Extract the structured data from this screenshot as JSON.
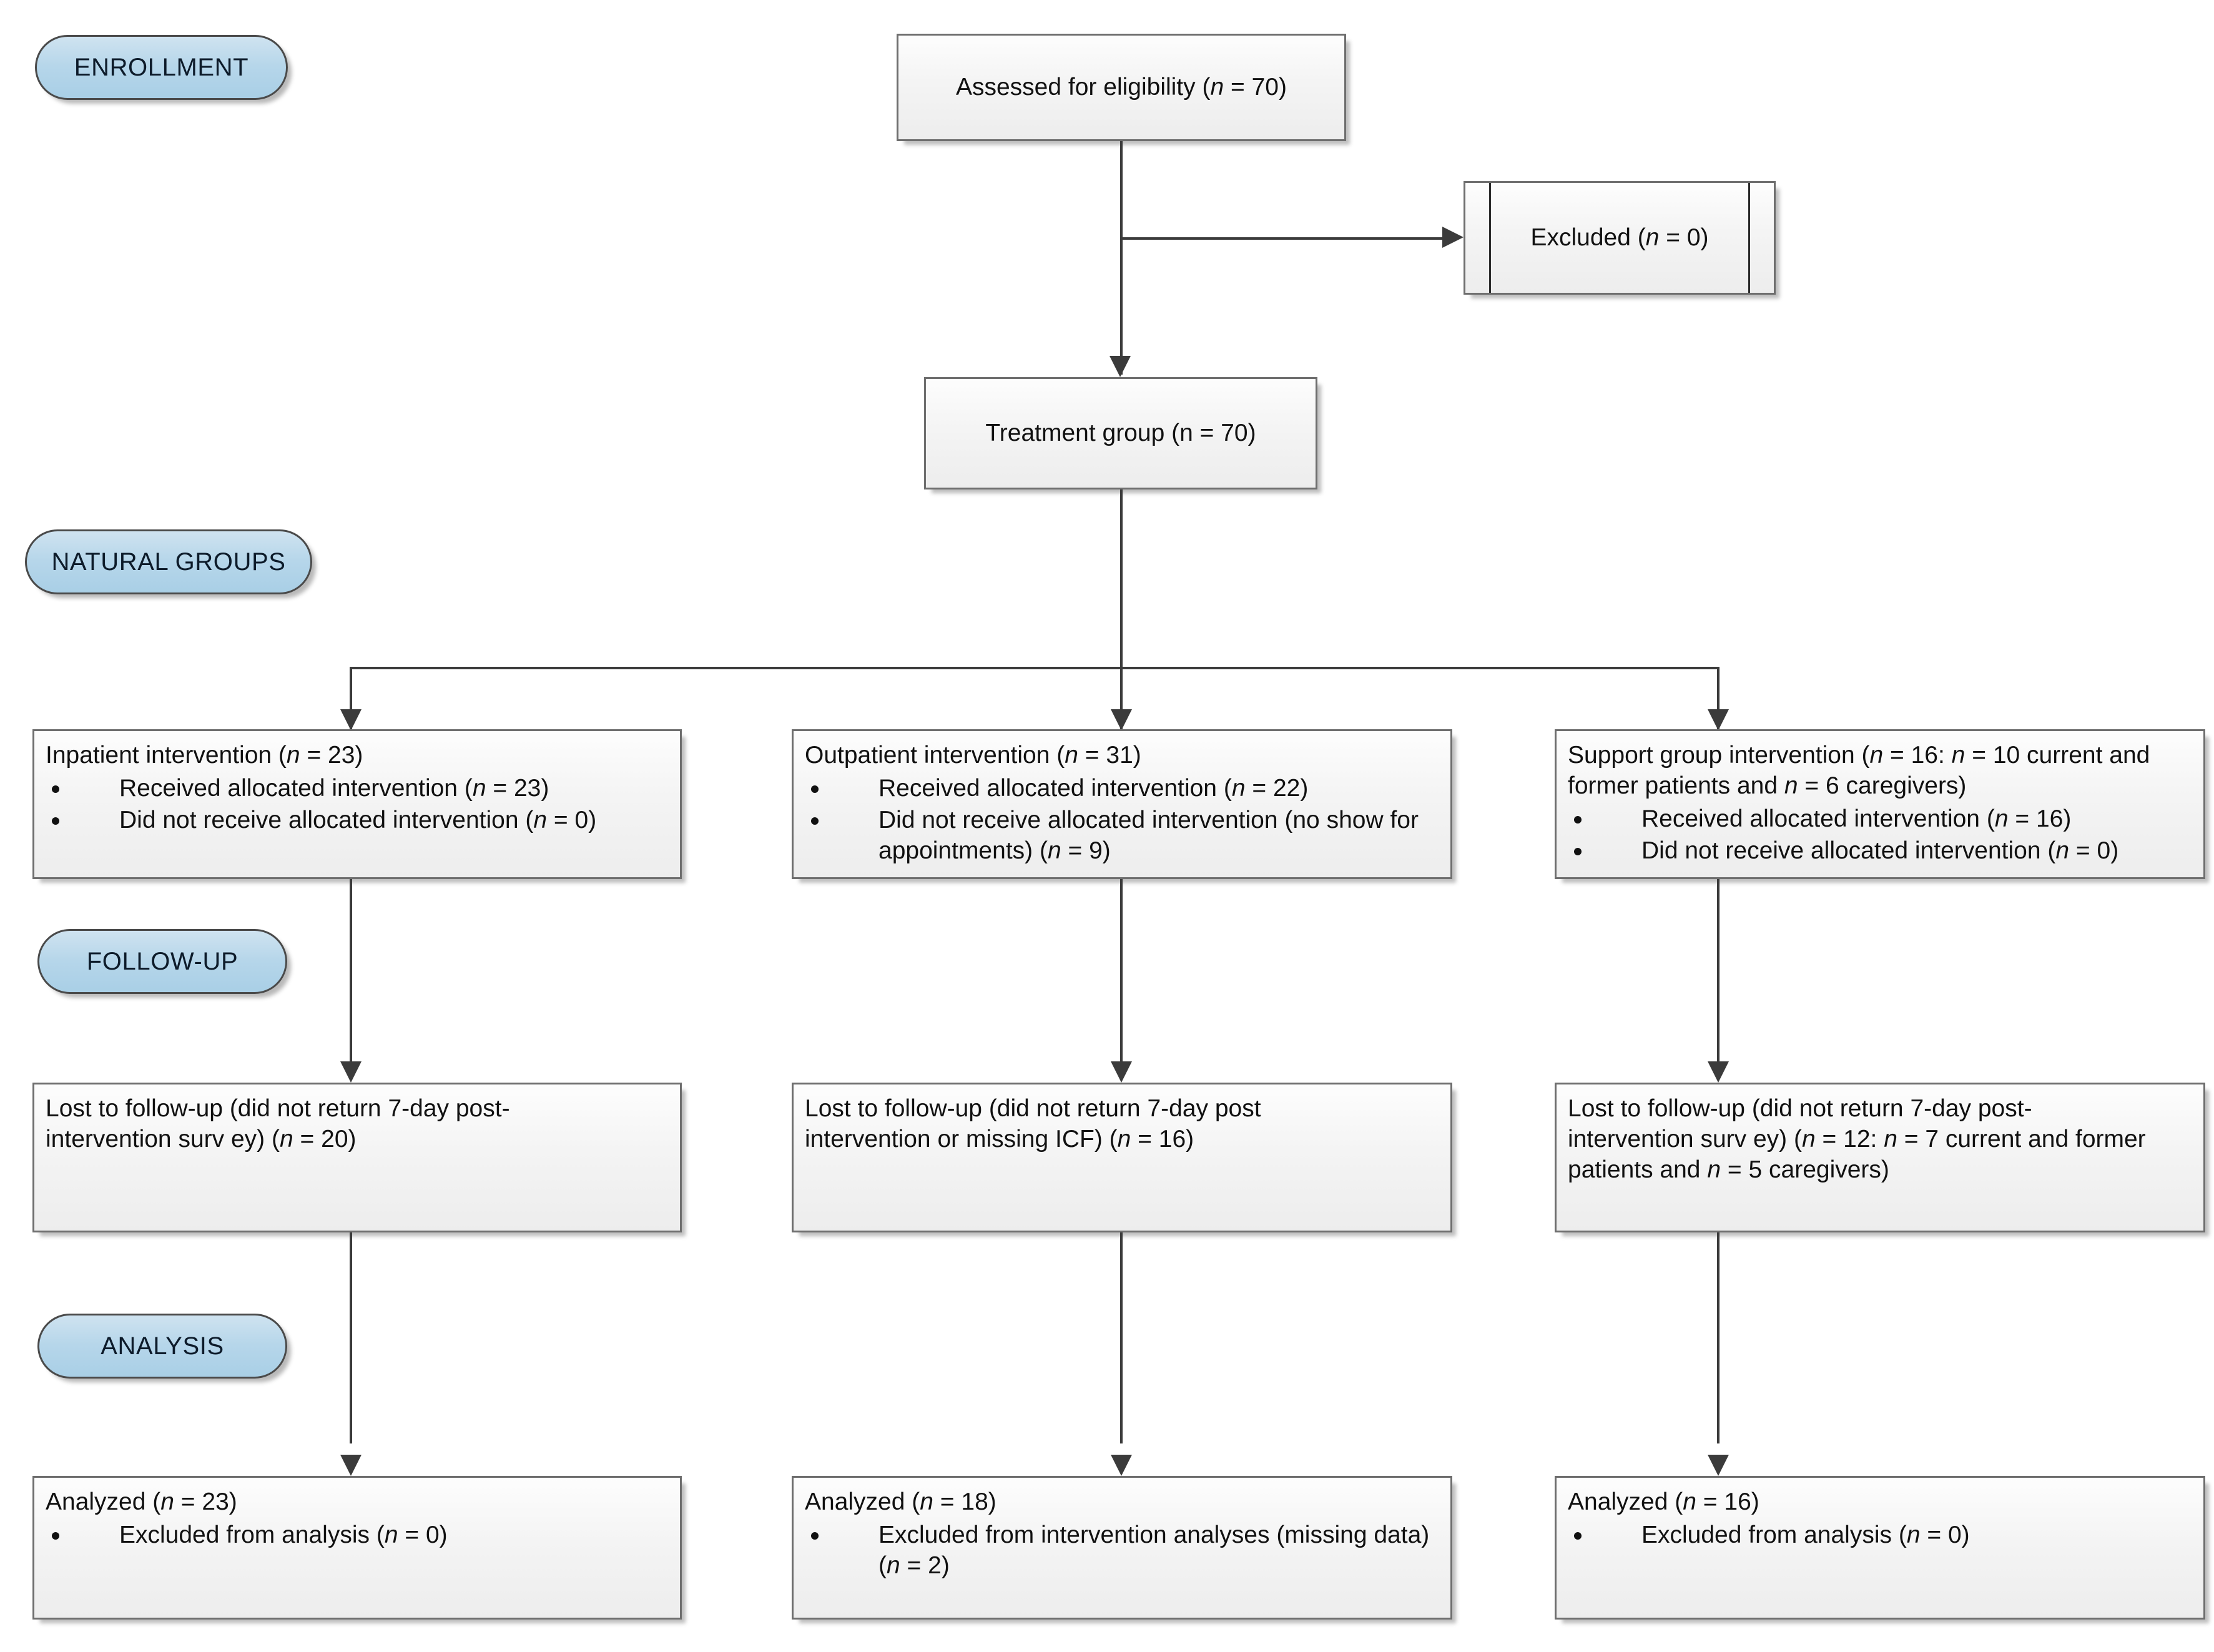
{
  "diagram": {
    "title": "CONSORT participant flow diagram",
    "type": "flowchart",
    "stages": [
      {
        "id": "enrollment",
        "label": "ENROLLMENT"
      },
      {
        "id": "natural-groups",
        "label": "NATURAL GROUPS"
      },
      {
        "id": "follow-up",
        "label": "FOLLOW-UP"
      },
      {
        "id": "analysis",
        "label": "ANALYSIS"
      }
    ],
    "enrollment": {
      "assessed": {
        "text_prefix": "Assessed for eligibility (",
        "n_symbol": "n",
        "text_suffix": " = 70)"
      },
      "excluded": {
        "text_prefix": "Excluded (",
        "n_symbol": "n",
        "text_suffix": " = 0)"
      },
      "treatment_group": {
        "text": "Treatment group (n = 70)"
      }
    },
    "columns": [
      {
        "id": "inpatient",
        "allocation": {
          "title_prefix": "Inpatient intervention (",
          "title_n": "n",
          "title_suffix": " = 23)",
          "bullets": [
            {
              "prefix": "Received allocated intervention (",
              "n": "n",
              "suffix": " = 23)"
            },
            {
              "prefix": "Did not receive allocated intervention (",
              "n": "n",
              "suffix": " = 0)"
            }
          ]
        },
        "followup": {
          "line1": "Lost to follow-up (did not return 7-day post-",
          "line2_prefix": "intervention surv ey) (",
          "line2_n": "n",
          "line2_suffix": " = 20)"
        },
        "analysis": {
          "title_prefix": "Analyzed (",
          "title_n": "n",
          "title_suffix": " = 23)",
          "bullets": [
            {
              "prefix": "Excluded from analysis (",
              "n": "n",
              "suffix": " = 0)"
            }
          ]
        }
      },
      {
        "id": "outpatient",
        "allocation": {
          "title_prefix": "Outpatient intervention (",
          "title_n": "n",
          "title_suffix": " = 31)",
          "bullets": [
            {
              "prefix": "Received allocated intervention (",
              "n": "n",
              "suffix": " = 22)"
            },
            {
              "prefix": "Did not receive allocated intervention (no show for appointments) (",
              "n": "n",
              "suffix": " = 9)"
            }
          ]
        },
        "followup": {
          "line1": "Lost to follow-up (did not return 7-day post",
          "line2_prefix": "intervention or missing ICF) (",
          "line2_n": "n",
          "line2_suffix": " = 16)"
        },
        "analysis": {
          "title_prefix": "Analyzed (",
          "title_n": "n",
          "title_suffix": " = 18)",
          "bullets": [
            {
              "prefix": "Excluded from intervention analyses (missing data) (",
              "n": "n",
              "suffix": " = 2)"
            }
          ]
        }
      },
      {
        "id": "support-group",
        "allocation": {
          "title_prefix": "Support group intervention (",
          "title_n": "n",
          "title_mid": " = 16: ",
          "title_n2": "n",
          "title_mid2": " = 10 current and former patients and ",
          "title_n3": "n",
          "title_suffix": " = 6 caregivers)",
          "bullets": [
            {
              "prefix": "Received allocated intervention (",
              "n": "n",
              "suffix": " = 16)"
            },
            {
              "prefix": "Did not receive allocated intervention (",
              "n": "n",
              "suffix": " = 0)"
            }
          ]
        },
        "followup": {
          "line1": "Lost to follow-up (did not return 7-day post-",
          "line2_prefix": "intervention surv ey) (",
          "line2_n": "n",
          "line2_mid": " = 12: ",
          "line2_n2": "n",
          "line2_mid2": " = 7 current and former patients and ",
          "line2_n3": "n",
          "line2_suffix": " = 5 caregivers)"
        },
        "analysis": {
          "title_prefix": "Analyzed (",
          "title_n": "n",
          "title_suffix": " = 16)",
          "bullets": [
            {
              "prefix": "Excluded from analysis (",
              "n": "n",
              "suffix": " = 0)"
            }
          ]
        }
      }
    ],
    "colors": {
      "pill_fill": "#b6d6ea",
      "pill_border": "#4a4a4a",
      "box_fill": "#f4f4f4",
      "box_border": "#6e6e6e",
      "connector": "#3b3b3b",
      "text": "#111111"
    }
  }
}
